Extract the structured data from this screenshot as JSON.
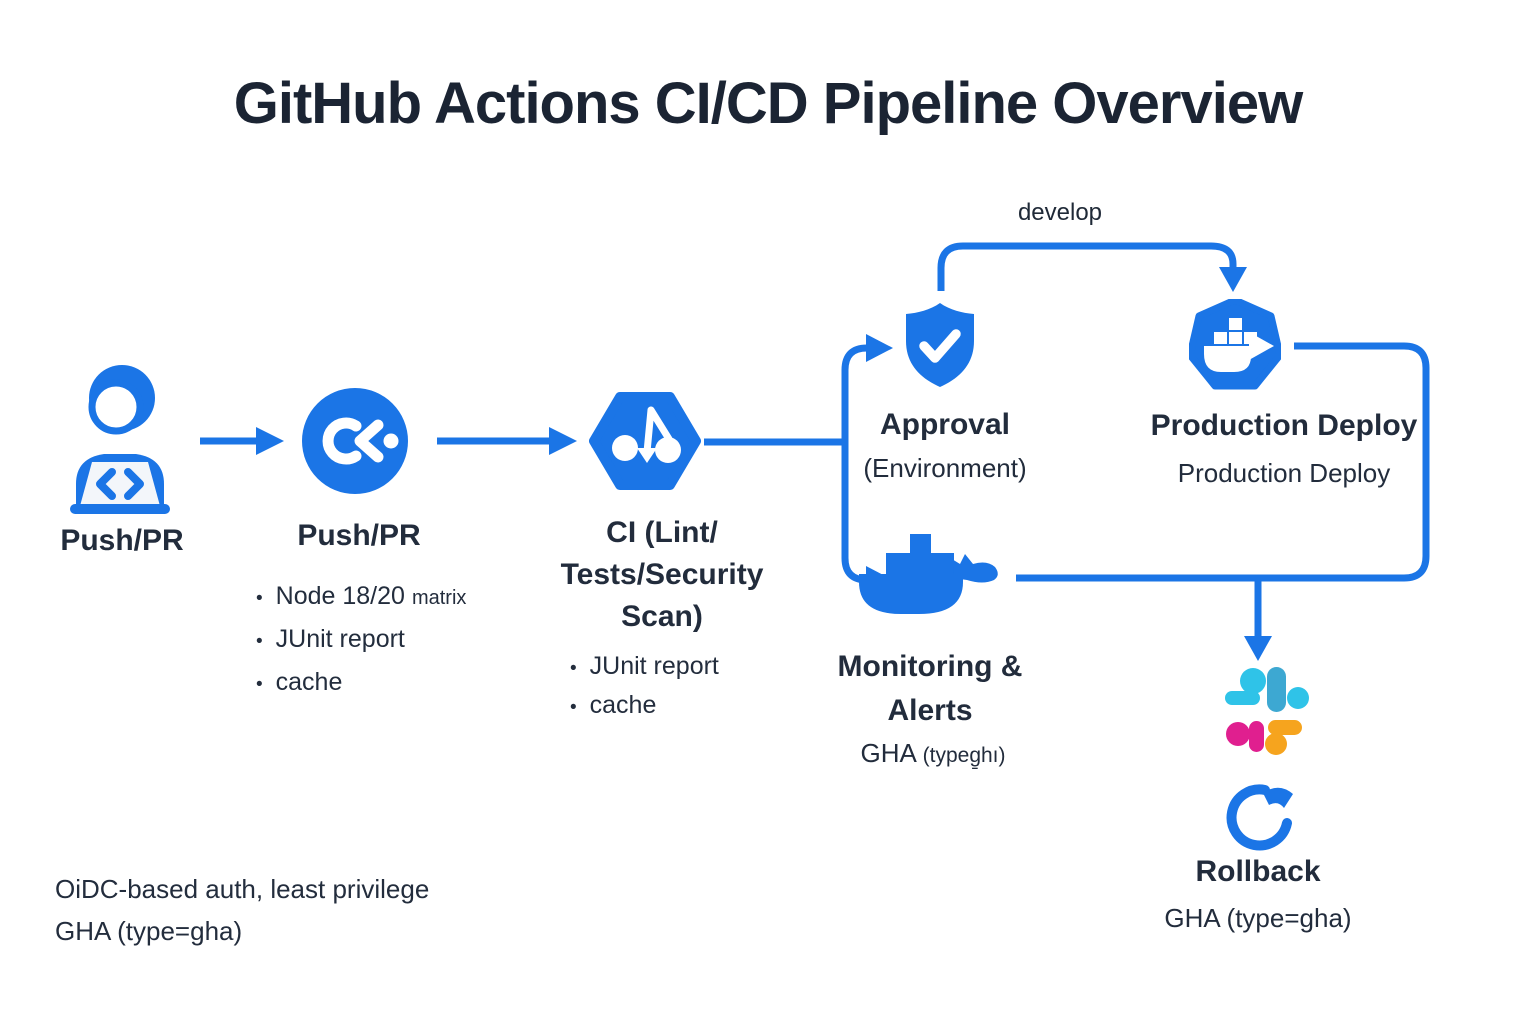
{
  "title": "GitHub Actions CI/CD Pipeline Overview",
  "misc": {
    "bullet_glyph": "•"
  },
  "colors": {
    "accent_blue": "#1b75e6",
    "text_dark": "#222c3c",
    "slack_cyan": "#2fc3e8",
    "slack_teal_blue": "#3da8d2",
    "slack_magenta": "#e01f8f",
    "slack_orange": "#f6a41e"
  },
  "nodes": {
    "developer": {
      "label": "Push/PR",
      "icon": "developer-at-laptop-icon"
    },
    "push_pr": {
      "label": "Push/PR",
      "icon": "commit-circle-icon",
      "bullets": [
        {
          "main": "Node 18/20",
          "small": "matrix"
        },
        {
          "main": "JUnit report"
        },
        {
          "main": "cache"
        }
      ]
    },
    "ci": {
      "label_lines": [
        "CI (Lint/",
        "Tests/Security",
        "Scan)"
      ],
      "icon": "pipeline-hexagon-icon",
      "bullets": [
        "JUnit report",
        "cache"
      ]
    },
    "approval": {
      "label": "Approval",
      "sublabel": "(Environment)",
      "icon": "shield-check-icon"
    },
    "production_deploy": {
      "label": "Production Deploy",
      "sublabel": "Production Deploy",
      "icon": "docker-heptagon-icon"
    },
    "monitoring": {
      "label_lines": [
        "Monitoring &",
        "Alerts"
      ],
      "sublabel_main": "GHA",
      "sublabel_small": "(typeg̱hı)",
      "icon": "docker-whale-icon"
    },
    "rollback": {
      "label": "Rollback",
      "sublabel": "GHA (type=gha)",
      "icons": [
        "slack-icon",
        "rollback-refresh-icon"
      ]
    }
  },
  "edges": {
    "develop_label": "develop"
  },
  "footer": {
    "line1": "OiDC-based auth, least privilege",
    "line2": "GHA (type=gha)"
  }
}
